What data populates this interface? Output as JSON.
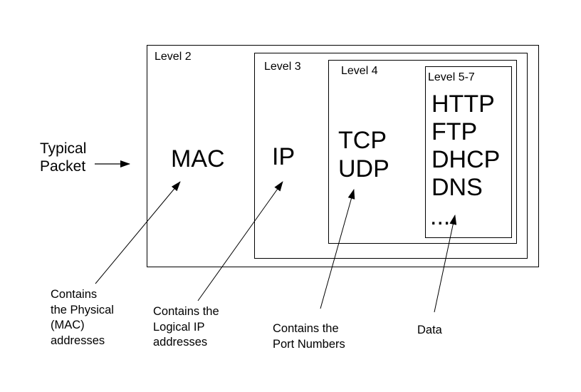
{
  "packet_label": [
    "Typical",
    "Packet"
  ],
  "levels": [
    {
      "name": "Level 2",
      "protocols": [
        "MAC"
      ]
    },
    {
      "name": "Level 3",
      "protocols": [
        "IP"
      ]
    },
    {
      "name": "Level 4",
      "protocols": [
        "TCP",
        "UDP"
      ]
    },
    {
      "name": "Level 5-7",
      "protocols": [
        "HTTP",
        "FTP",
        "DHCP",
        "DNS",
        "..."
      ]
    }
  ],
  "annotations": [
    {
      "lines": [
        "Contains",
        "the Physical",
        "(MAC)",
        "addresses"
      ]
    },
    {
      "lines": [
        "Contains the",
        "Logical IP",
        "addresses"
      ]
    },
    {
      "lines": [
        "Contains the",
        "Port Numbers"
      ]
    },
    {
      "lines": [
        "Data"
      ]
    }
  ]
}
